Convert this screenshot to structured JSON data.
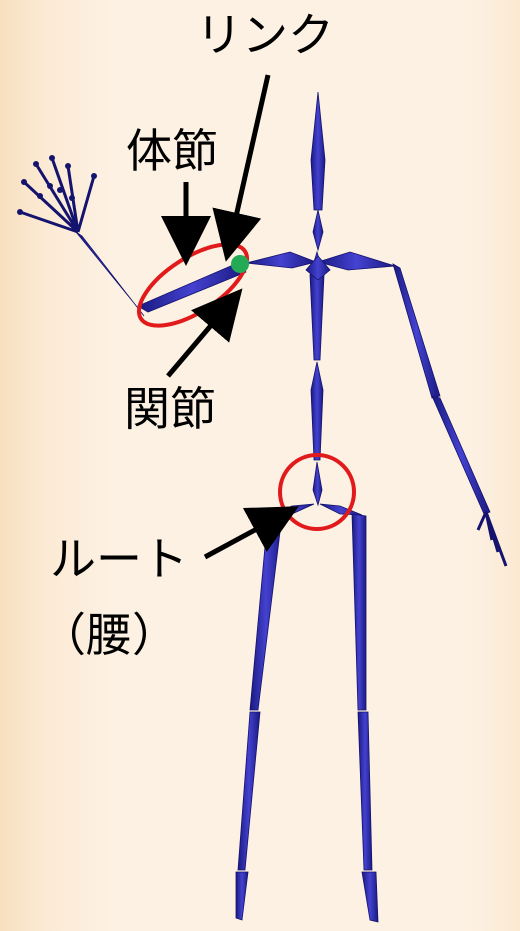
{
  "labels": {
    "link": "リンク",
    "body_segment": "体節",
    "joint": "関節",
    "root": "ルート",
    "root_note": "（腰）"
  },
  "colors": {
    "bone": "#3d3bc6",
    "bone_dark": "#191880",
    "highlight_circle": "#e11b1b",
    "joint_dot": "#22aa55",
    "arrow": "#000000"
  }
}
